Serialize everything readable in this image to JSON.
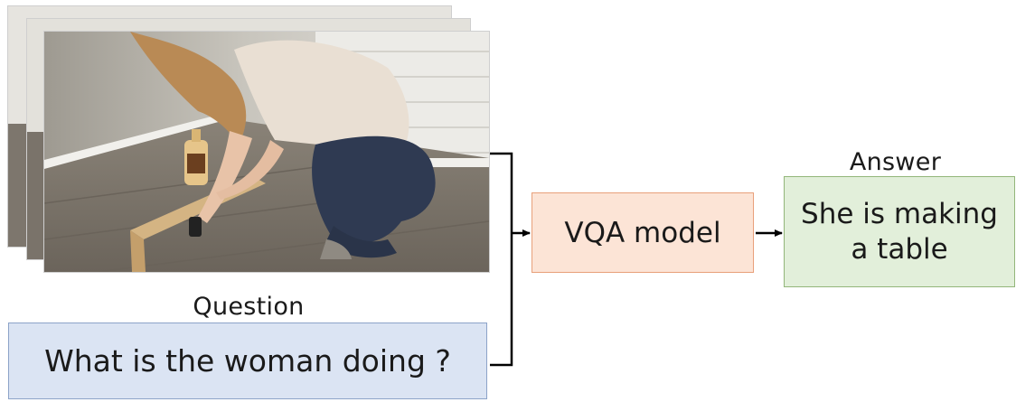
{
  "question": {
    "label": "Question",
    "text": "What is the woman doing ?"
  },
  "model": {
    "label": "VQA model"
  },
  "answer": {
    "label": "Answer",
    "text": "She is making\na table"
  },
  "colors": {
    "question_fill": "#dbe4f3",
    "question_border": "#8ca3c8",
    "model_fill": "#fce4d6",
    "model_border": "#e8a07a",
    "answer_fill": "#e2efda",
    "answer_border": "#93b67a",
    "arrow": "#000000"
  },
  "video_frames": {
    "count": 3,
    "scene": "woman kneeling on a wooden floor assembling a wooden frame, wood glue bottle beside her"
  }
}
